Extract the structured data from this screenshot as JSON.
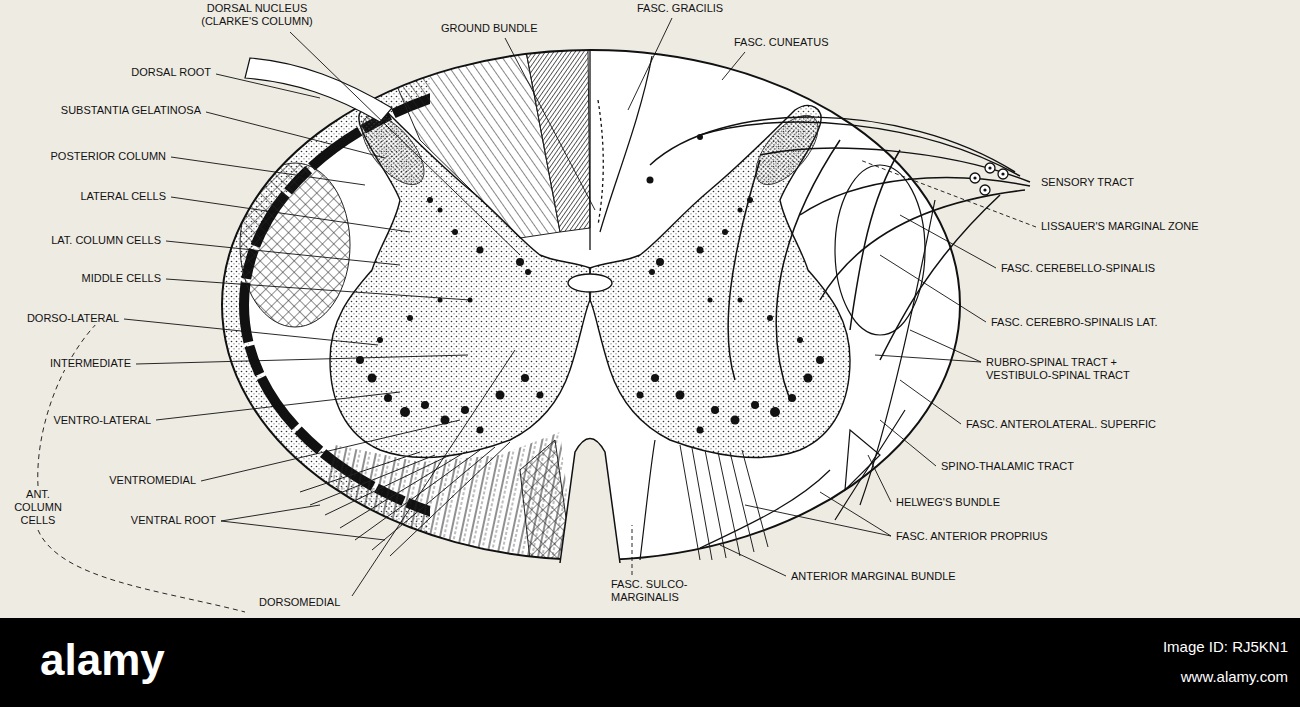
{
  "diagram": {
    "labels": [
      "DORSAL NUCLEUS (CLARKE'S COLUMN)",
      "GROUND BUNDLE",
      "FASC. GRACILIS",
      "FASC. CUNEATUS",
      "DORSAL ROOT",
      "SUBSTANTIA GELATINOSA",
      "POSTERIOR COLUMN",
      "LATERAL CELLS",
      "LAT. COLUMN CELLS",
      "MIDDLE CELLS",
      "DORSO-LATERAL",
      "INTERMEDIATE",
      "VENTRO-LATERAL",
      "ANT. COLUMN CELLS",
      "VENTROMEDIAL",
      "VENTRAL ROOT",
      "DORSOMEDIAL",
      "FASC. SULCO-MARGINALIS",
      "ANTERIOR MARGINAL BUNDLE",
      "FASC. ANTERIOR PROPRIUS",
      "HELWEG'S BUNDLE",
      "SPINO-THALAMIC TRACT",
      "FASC. ANTEROLATERAL. SUPERFIC",
      "RUBRO-SPINAL TRACT + VESTIBULO-SPINAL TRACT",
      "FASC. CEREBRO-SPINALIS LAT.",
      "FASC. CEREBELLO-SPINALIS",
      "LISSAUER'S MARGINAL ZONE",
      "SENSORY TRACT",
      "alamy",
      "Image ID: RJ5KN1",
      "www.alamy.com"
    ]
  }
}
